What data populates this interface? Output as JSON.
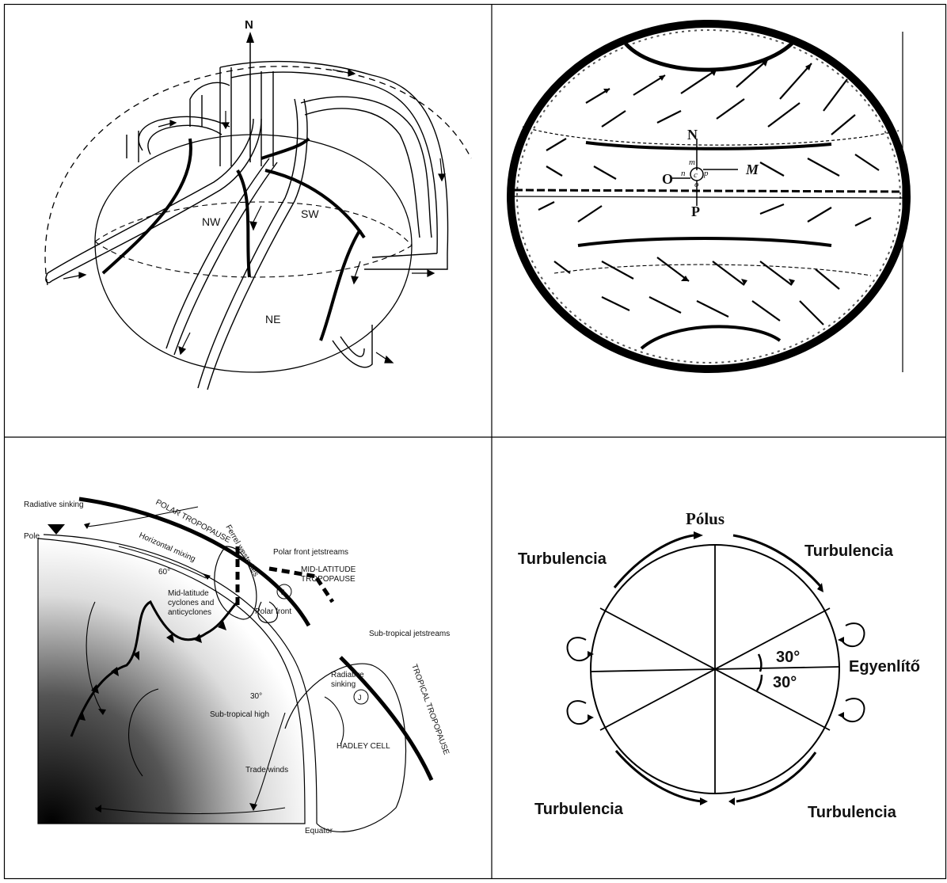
{
  "panel1": {
    "north": "N",
    "labels": [
      "NW",
      "SW",
      "NE"
    ]
  },
  "panel2": {
    "labels": [
      "N",
      "M",
      "O",
      "P"
    ],
    "small": [
      "m",
      "n",
      "c",
      "p",
      "o"
    ]
  },
  "panel3": {
    "labels": {
      "radiative_sinking_top": "Radiative sinking",
      "pole": "Pole",
      "polar_tropopause": "POLAR TROPOPAUSE",
      "ferrel_westerlies": "Ferrel westerlies",
      "horizontal_mixing": "Horizontal mixing",
      "lat60": "60°",
      "polar_front_jetstreams": "Polar front jetstreams",
      "mid_latitude_tropopause_1": "MID-LATITUDE",
      "mid_latitude_tropopause_2": "TROPOPAUSE",
      "jet": "J",
      "midlat_cyclones_1": "Mid-latitude",
      "midlat_cyclones_2": "cyclones and",
      "midlat_cyclones_3": "anticyclones",
      "polar_front": "Polar front",
      "subtropical_jetstreams": "Sub-tropical jetstreams",
      "radiative_sinking_mid_1": "Radiative",
      "radiative_sinking_mid_2": "sinking",
      "lat30": "30°",
      "subtropical_high": "Sub-tropical high",
      "tropical_tropopause": "TROPICAL TROPOPAUSE",
      "hadley_cell": "HADLEY CELL",
      "trade_winds": "Trade winds",
      "equator": "Equator"
    }
  },
  "panel4": {
    "pole": "Pólus",
    "turbulence": "Turbulencia",
    "equator": "Egyenlítő",
    "deg30": "30°"
  }
}
